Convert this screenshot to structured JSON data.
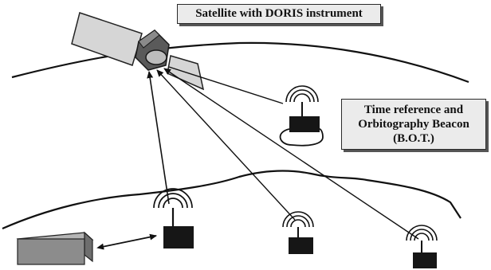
{
  "labels": {
    "satellite": "Satellite with DORIS instrument",
    "bot_line1": "Time reference and",
    "bot_line2": "Orbitography Beacon",
    "bot_line3": "(B.O.T.)"
  },
  "colors": {
    "line": "#111111",
    "panel": "#d6d6d6",
    "ground_box": "#8c8c8c",
    "beacon": "#161616",
    "label_bg": "#ebebeb"
  }
}
